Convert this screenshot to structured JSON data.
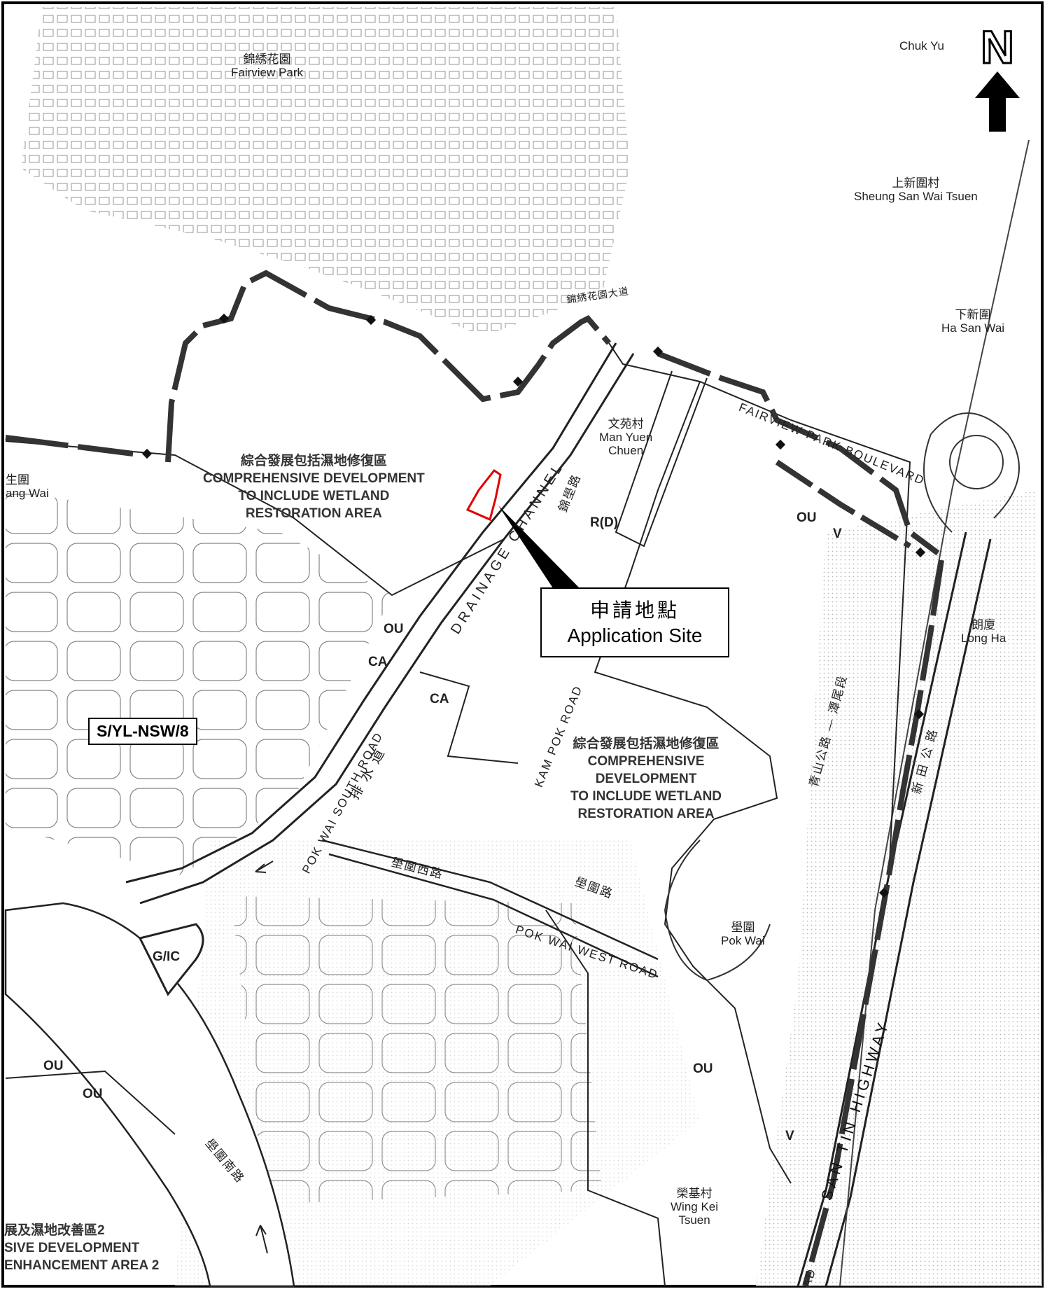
{
  "plan_no": "S/YL-NSW/8",
  "callout": {
    "zh": "申請地點",
    "en": "Application Site"
  },
  "north_label": "N",
  "zones": {
    "cdwra_zh": "綜合發展包括濕地修復區",
    "cdwra_l1": "COMPREHENSIVE DEVELOPMENT",
    "cdwra_l2": "TO INCLUDE WETLAND",
    "cdwra_l3": "RESTORATION AREA",
    "cdwra2_zh": "綜合發展包括濕地修復區",
    "cdwra2_l1": "COMPREHENSIVE",
    "cdwra2_l2": "DEVELOPMENT",
    "cdwra2_l3": "TO INCLUDE WETLAND",
    "cdwra2_l4": "RESTORATION AREA",
    "sw_zh": "展及濕地改善區2",
    "sw_l1": "SIVE DEVELOPMENT",
    "sw_l2": "ENHANCEMENT AREA 2"
  },
  "codes": {
    "ou": "OU",
    "ca": "CA",
    "rd": "R(D)",
    "v": "V",
    "gic": "G/IC"
  },
  "places": {
    "fairview_zh": "錦綉花園",
    "fairview_en": "Fairview Park",
    "chukyuen": "Chuk Yu",
    "sheungsan_zh": "上新圍村",
    "sheungsan_en": "Sheung San Wai Tsuen",
    "hasan_zh": "下新圍",
    "hasan_en": "Ha San Wai",
    "manyuen_zh": "文苑村",
    "manyuen_en1": "Man Yuen",
    "manyuen_en2": "Chuen",
    "longha_zh": "朗廈",
    "longha_en": "Long Ha",
    "pokwai_zh": "壆圍",
    "pokwai_en": "Pok Wai",
    "wingkei_zh": "榮基村",
    "wingkei_en1": "Wing Kei",
    "wingkei_en2": "Tsuen",
    "sangwai_zh": "生圍",
    "sangwai_en": "ang Wai"
  },
  "roads": {
    "fairview_blvd": "FAIRVIEW PARK BOULEVARD",
    "fairview_blvd_zh": "錦綉花園大道",
    "drainage": "DRAINAGE CHANNEL",
    "drainage_zh": "排 水 道",
    "pokwai_south": "POK WAI SOUTH ROAD",
    "kampok": "KAM POK ROAD",
    "kampok_zh": "錦壆路",
    "pokwai_west": "POK WAI WEST ROAD",
    "pokwai_west_zh": "壆圍西路",
    "pokwai_south_zh": "壆圍南路",
    "pokwai_rd_zh": "壆圍路",
    "santin": "SAN TIN HIGHWAY",
    "castle_peak_zh": "青山公路 — 潭尾段",
    "xinji_zh": "新 田 公 路",
    "road_fragment": "AD"
  }
}
